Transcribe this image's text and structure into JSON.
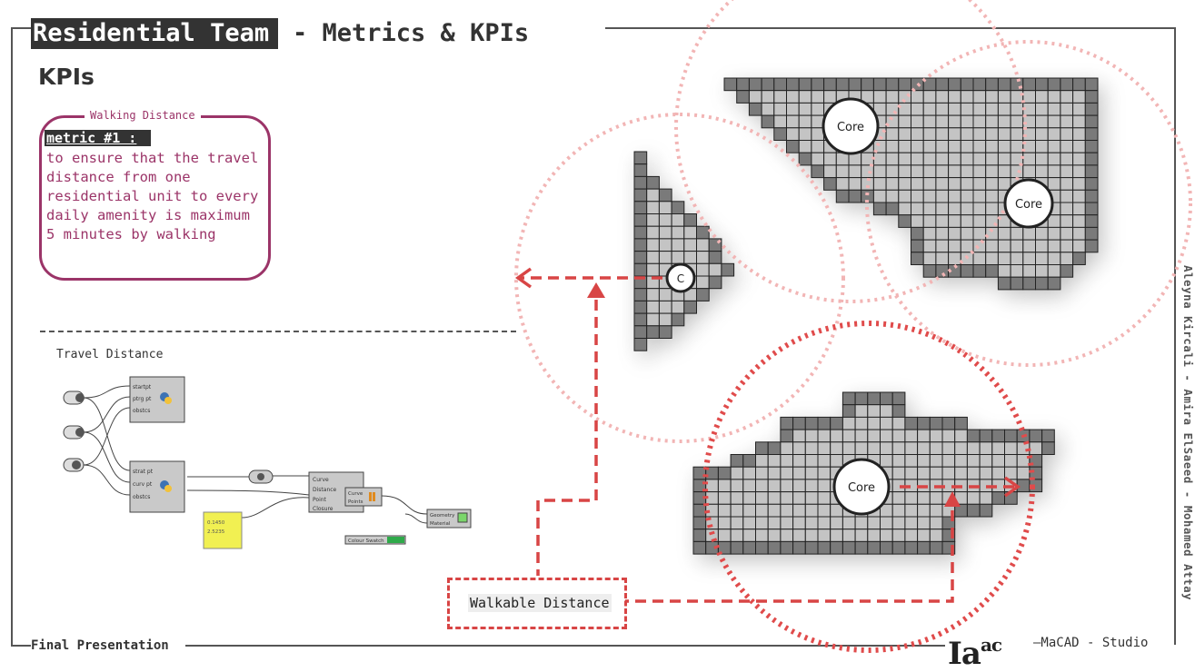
{
  "header": {
    "team": "Residential Team",
    "subtitle": "- Metrics & KPIs"
  },
  "section_title": "KPIs",
  "metric": {
    "caption": "Walking Distance",
    "tag": "metric #1 :",
    "lines": [
      "to ensure that the travel",
      "distance from one",
      "residential unit to every",
      "daily amenity is maximum",
      "5 minutes by walking"
    ]
  },
  "graph": {
    "label": "Travel Distance",
    "nodes": {
      "in_a": [
        "startpt",
        "ptrg pt",
        "obstcs"
      ],
      "in_b": [
        "strat pt",
        "curv pt",
        "obstcs"
      ],
      "curve": [
        "Curve",
        "Distance",
        "Point",
        "Closure"
      ],
      "cull": [
        "Curve",
        "Points"
      ],
      "preview": [
        "Geometry",
        "Material"
      ],
      "colour": "Colour Swatch",
      "panel": [
        "0.1450",
        "2.5235"
      ]
    }
  },
  "diagram": {
    "core_labels": [
      "Core",
      "Core",
      "Core",
      "C"
    ],
    "walkable_label": "Walkable Distance",
    "accent": "#d84545",
    "circle_light": "#f2b5b5"
  },
  "footer": {
    "left": "Final Presentation",
    "logo_main": "Ia",
    "logo_sup": "ac",
    "right": "—MaCAD - Studio"
  },
  "credits": "Aleyna Kircali - Amira ElSaeed - Mohamed Attay"
}
